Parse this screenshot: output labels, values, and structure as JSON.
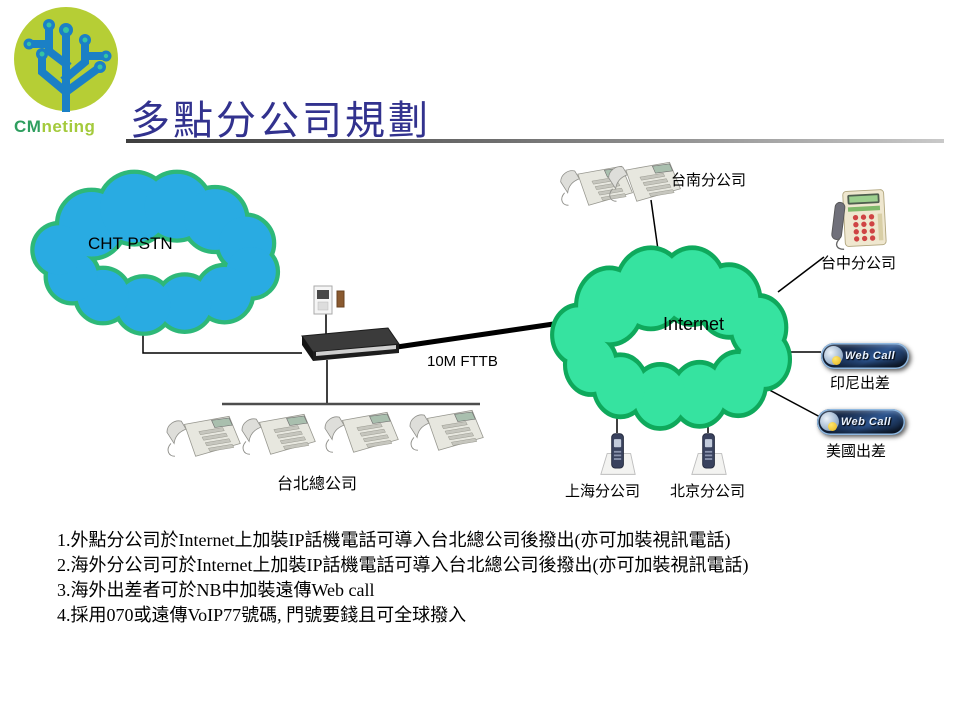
{
  "slide": {
    "title": "多點分公司規劃"
  },
  "logo": {
    "cm": "CM",
    "neting": "neting"
  },
  "clouds": {
    "pstn_label": "CHT PSTN",
    "internet_label": "Internet"
  },
  "connections": {
    "wan_label": "10M FTTB"
  },
  "sites": {
    "tainan": "台南分公司",
    "taichung": "台中分公司",
    "indonesia": "印尼出差",
    "usa": "美國出差",
    "shanghai": "上海分公司",
    "beijing": "北京分公司",
    "taipei_hq": "台北總公司"
  },
  "webcall": {
    "label": "Web Call"
  },
  "notes": {
    "lines": [
      "1.外點分公司於Internet上加裝IP話機電話可導入台北總公司後撥出(亦可加裝視訊電話)",
      "2.海外分公司可於Internet上加裝IP話機電話可導入台北總公司後撥出(亦可加裝視訊電話)",
      "3.海外出差者可於NB中加裝遠傳Web call",
      "4.採用070或遠傳VoIP77號碼, 門號要錢且可全球撥入"
    ]
  },
  "colors": {
    "title": "#32328e",
    "pstn_cloud_fill": "#29abe2",
    "pstn_cloud_stroke": "#2eb878",
    "internet_cloud_fill": "#36e3a0",
    "internet_cloud_stroke": "#0fa95c",
    "logo_circle": "#b6ce35",
    "logo_tree": "#1b80c6"
  }
}
